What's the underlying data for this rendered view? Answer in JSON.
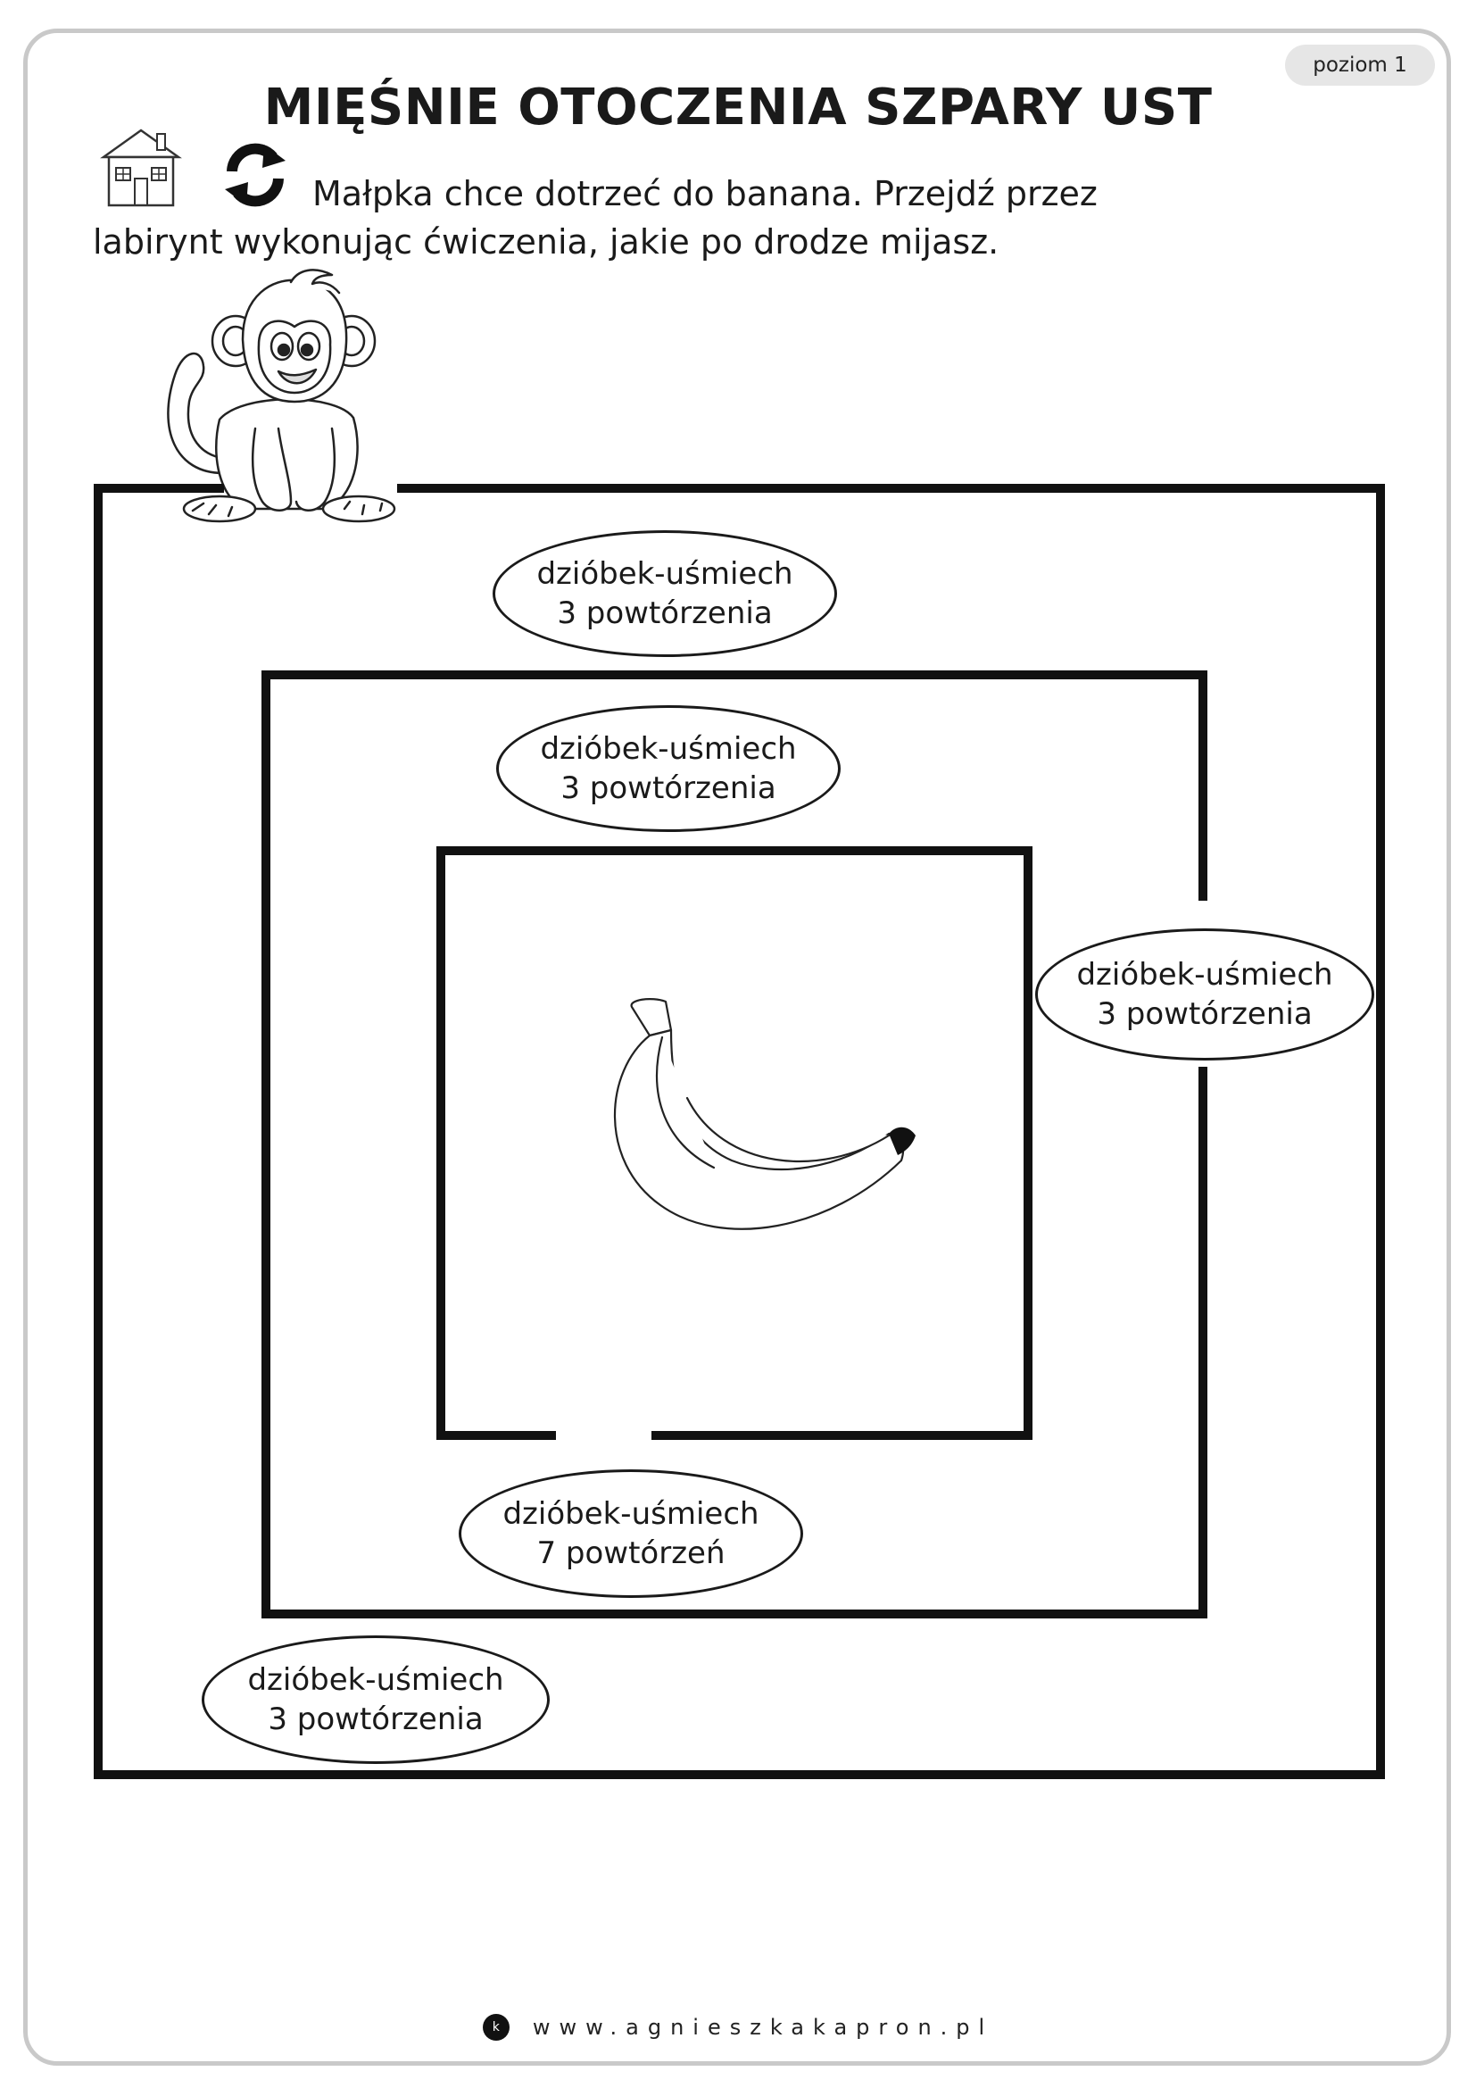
{
  "level_badge": "poziom 1",
  "title": "MIĘŚNIE OTOCZENIA SZPARY UST",
  "instruction": {
    "line1": "Małpka chce dotrzeć do banana. Przejdź przez",
    "line2": "labirynt wykonując ćwiczenia, jakie po drodze mijasz."
  },
  "icons": [
    "house-icon",
    "refresh-icon",
    "monkey-illustration",
    "banana-illustration"
  ],
  "exercises": [
    {
      "name": "dzióbek-uśmiech",
      "reps": "3 powtórzenia"
    },
    {
      "name": "dzióbek-uśmiech",
      "reps": "3 powtórzenia"
    },
    {
      "name": "dzióbek-uśmiech",
      "reps": "3 powtórzenia"
    },
    {
      "name": "dzióbek-uśmiech",
      "reps": "7 powtórzeń"
    },
    {
      "name": "dzióbek-uśmiech",
      "reps": "3 powtórzenia"
    }
  ],
  "footer": {
    "logo_letter": "k",
    "url": "www.agnieszkakapron.pl"
  }
}
